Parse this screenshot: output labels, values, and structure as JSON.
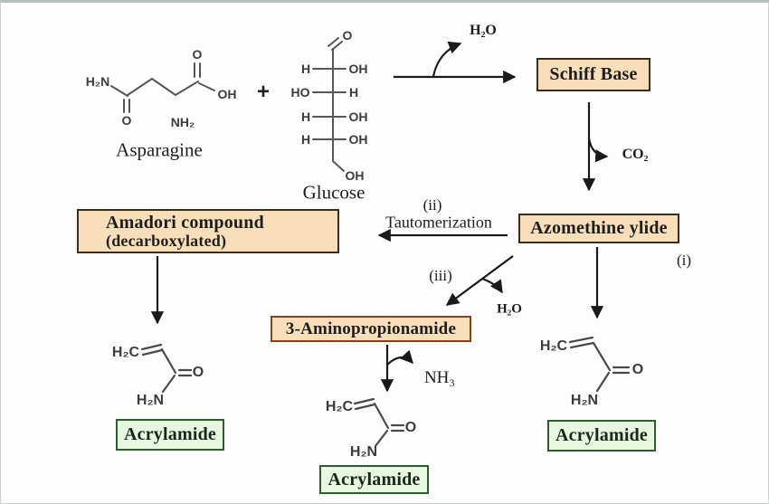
{
  "colors": {
    "tan_bg": "#f8dfba",
    "tan_border": "#3b2d1a",
    "maroon_border": "#84431f",
    "green_bg": "#e9f7e1",
    "green_border": "#2e5c2e",
    "ink": "#1c1c1c",
    "bond": "#565656"
  },
  "molecules": {
    "asparagine": {
      "label": "Asparagine",
      "amide_nh2": "H₂N",
      "amide_o": "O",
      "alpha_nh2": "NH₂",
      "acid_o": "O",
      "acid_oh": "OH"
    },
    "plus": "+",
    "glucose": {
      "label": "Glucose",
      "aldehyde_o": "O",
      "rows": [
        {
          "left": "H",
          "right": "OH"
        },
        {
          "left": "HO",
          "right": "H"
        },
        {
          "left": "H",
          "right": "OH"
        },
        {
          "left": "H",
          "right": "OH"
        }
      ],
      "tail_oh": "OH"
    },
    "acrylamide": {
      "h2c": "H₂C",
      "o": "O",
      "h2n": "H₂N"
    }
  },
  "boxes": {
    "schiff_base": {
      "label": "Schiff Base"
    },
    "azomethine_ylide": {
      "label": "Azomethine ylide"
    },
    "amadori": {
      "line1": "Amadori compound",
      "line2": "(decarboxylated)"
    },
    "aminopropionamide": {
      "label": "3-Aminopropionamide"
    },
    "acrylamide": {
      "label": "Acrylamide"
    }
  },
  "steps": {
    "i": "(i)",
    "ii": "(ii)",
    "iii": "(iii)",
    "tautomerization": "Tautomerization"
  },
  "byproducts": {
    "water": "H₂O",
    "co2": "CO₂",
    "ammonia": "NH₃"
  }
}
